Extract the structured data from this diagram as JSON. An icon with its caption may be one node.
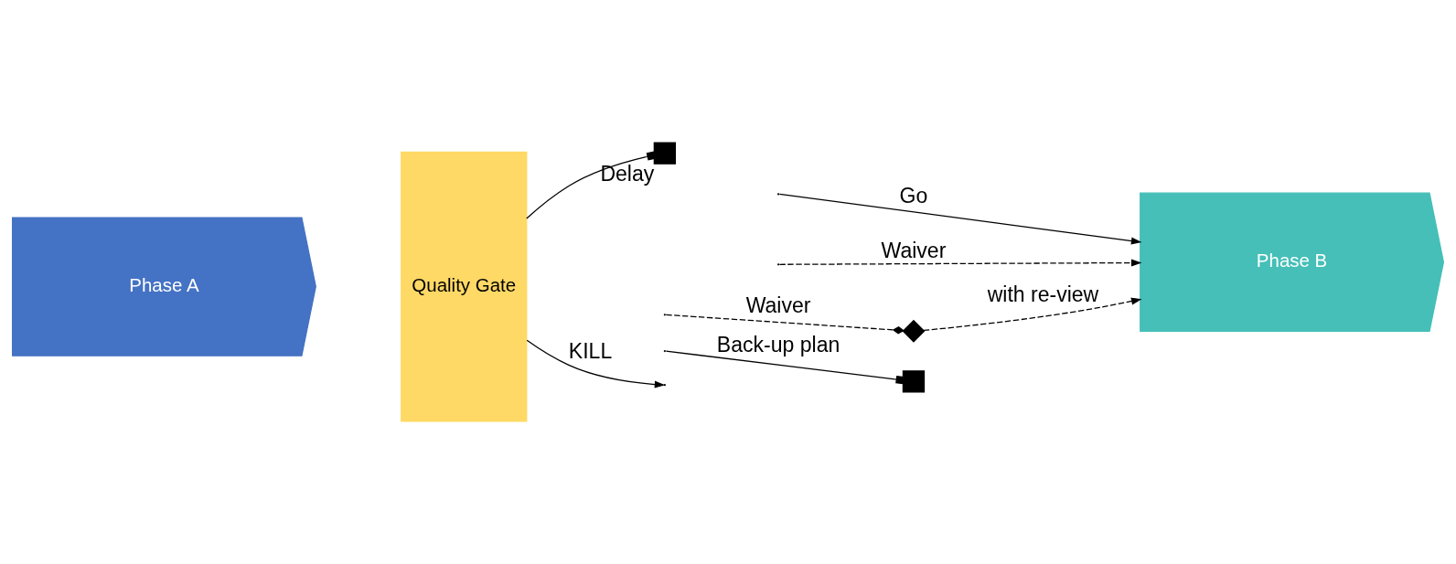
{
  "diagram": {
    "nodes": [
      {
        "text": [
          "Phase A"
        ]
      },
      {
        "text": [
          "Quality Gate"
        ]
      },
      {
        "text": [
          "Phase B"
        ]
      },
      {
        "text": [],
        "shape": "diamond"
      },
      {
        "text": [],
        "shape": "box"
      },
      {
        "text": [],
        "shape": "box",
        "beside": [
          "Delay"
        ]
      }
    ],
    "edges": [
      {
        "from": null,
        "to": 2,
        "arrow": "to",
        "label": "Go"
      },
      {
        "from": null,
        "to": 2,
        "arrow": "to",
        "label": "Waiver",
        "style": "dashed"
      },
      {
        "from": null,
        "to": 3,
        "arrow": "other",
        "label": "Waiver",
        "style": "dashed"
      },
      {
        "from": 3,
        "to": 2,
        "arrow": "to",
        "label": "with re-view",
        "style": "dashed"
      },
      {
        "from": null,
        "to": 4,
        "arrow": "other",
        "label": "Back-up plan"
      },
      {
        "from": 1,
        "to": 5,
        "arrow": "other"
      },
      {
        "from": 1,
        "to": null,
        "arrow": "to",
        "label": "KILL"
      }
    ]
  }
}
